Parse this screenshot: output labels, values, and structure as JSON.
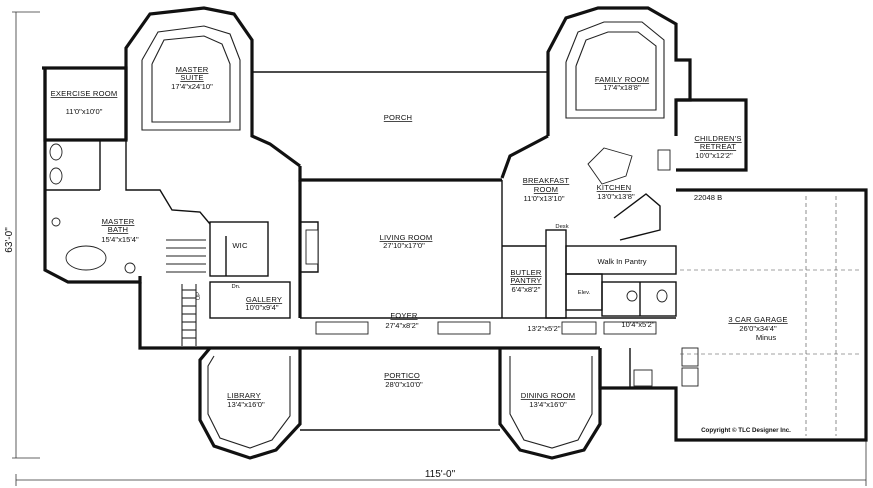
{
  "plan": {
    "plan_number": "22048 B",
    "copyright": "Copyright © TLC Designer Inc.",
    "overall_width": "115'-0\"",
    "overall_depth": "63'-0\""
  },
  "rooms": {
    "exercise_room": {
      "name": "EXERCISE ROOM",
      "dims": "11'0\"x10'0\""
    },
    "master_suite": {
      "name_1": "MASTER",
      "name_2": "SUITE",
      "dims": "17'4\"x24'10\""
    },
    "porch": {
      "name": "PORCH"
    },
    "family_room": {
      "name": "FAMILY ROOM",
      "dims": "17'4\"x18'8\""
    },
    "childrens_retreat": {
      "name_1": "CHILDREN'S",
      "name_2": "RETREAT",
      "dims": "10'0\"x12'2\""
    },
    "breakfast_room": {
      "name_1": "BREAKFAST",
      "name_2": "ROOM",
      "dims": "11'0\"x13'10\""
    },
    "kitchen": {
      "name": "KITCHEN",
      "dims": "13'0\"x13'8\""
    },
    "master_bath": {
      "name_1": "MASTER",
      "name_2": "BATH",
      "dims": "15'4\"x15'4\""
    },
    "wic": {
      "name": "WIC"
    },
    "living_room": {
      "name": "LIVING ROOM",
      "dims": "27'10\"x17'0\""
    },
    "desk": {
      "name": "Desk"
    },
    "walk_in_pantry": {
      "name": "Walk In Pantry"
    },
    "butler_pantry": {
      "name_1": "BUTLER",
      "name_2": "PANTRY",
      "dims": "6'4\"x8'2\""
    },
    "elev": {
      "name": "Elev."
    },
    "gallery": {
      "name": "GALLERY",
      "dims": "10'0\"x9'4\""
    },
    "foyer": {
      "name": "FOYER",
      "dims": "27'4\"x8'2\""
    },
    "hall": {
      "dims": "13'2\"x5'2\""
    },
    "laundry": {
      "dims": "10'4\"x5'2\""
    },
    "garage": {
      "name": "3 CAR GARAGE",
      "dims": "26'0\"x34'4\"",
      "note": "Minus"
    },
    "library": {
      "name": "LIBRARY",
      "dims": "13'4\"x16'0\""
    },
    "portico": {
      "name": "PORTICO",
      "dims": "28'0\"x10'0\""
    },
    "dining_room": {
      "name": "DINING ROOM",
      "dims": "13'4\"x16'0\""
    }
  },
  "labels": {
    "dn": "Dn.",
    "up": "UP"
  }
}
